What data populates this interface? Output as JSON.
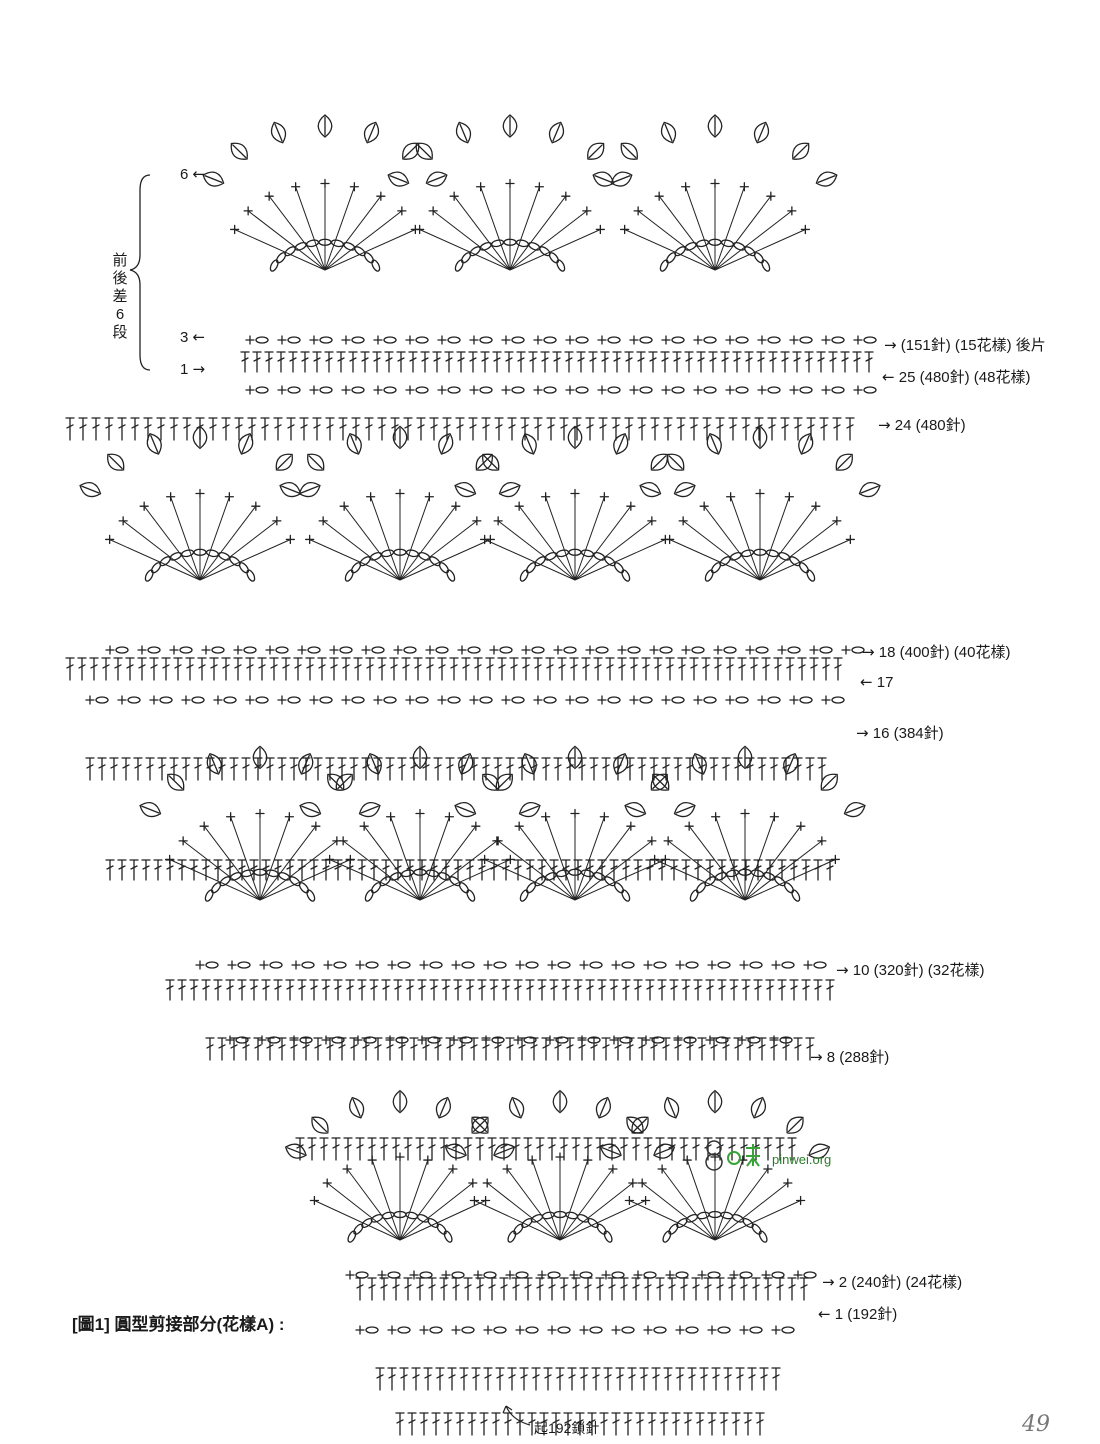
{
  "figure_title": "[圖1] 圓型剪接部分(花樣A) :",
  "side_note": [
    "前",
    "後",
    "差",
    "6",
    "段"
  ],
  "start_note": "起192鎖針",
  "watermark": "pinwei.org",
  "page_number": "49",
  "arrow_right": "→",
  "arrow_left": "←",
  "row_labels": [
    {
      "id": "row-6",
      "text": "6",
      "side": "left",
      "dir": "left"
    },
    {
      "id": "row-3",
      "text": "3",
      "side": "left",
      "dir": "left"
    },
    {
      "id": "row-1-top",
      "text": "1",
      "side": "left",
      "dir": "right"
    },
    {
      "id": "row-top-count",
      "text": "(151針) (15花樣) 後片",
      "side": "right",
      "dir": "right"
    },
    {
      "id": "row-25",
      "text": "25 (480針) (48花樣)",
      "side": "right",
      "dir": "left"
    },
    {
      "id": "row-24",
      "text": "24 (480針)",
      "side": "right",
      "dir": "right"
    },
    {
      "id": "row-18",
      "text": "18 (400針) (40花樣)",
      "side": "right",
      "dir": "right"
    },
    {
      "id": "row-17",
      "text": "17",
      "side": "right",
      "dir": "left"
    },
    {
      "id": "row-16",
      "text": "16 (384針)",
      "side": "right",
      "dir": "right"
    },
    {
      "id": "row-10",
      "text": "10 (320針) (32花樣)",
      "side": "right",
      "dir": "right"
    },
    {
      "id": "row-8",
      "text": "8 (288針)",
      "side": "right",
      "dir": "right"
    },
    {
      "id": "row-2",
      "text": "2 (240針) (24花樣)",
      "side": "right",
      "dir": "right"
    },
    {
      "id": "row-1",
      "text": "1 (192針)",
      "side": "right",
      "dir": "left"
    }
  ]
}
